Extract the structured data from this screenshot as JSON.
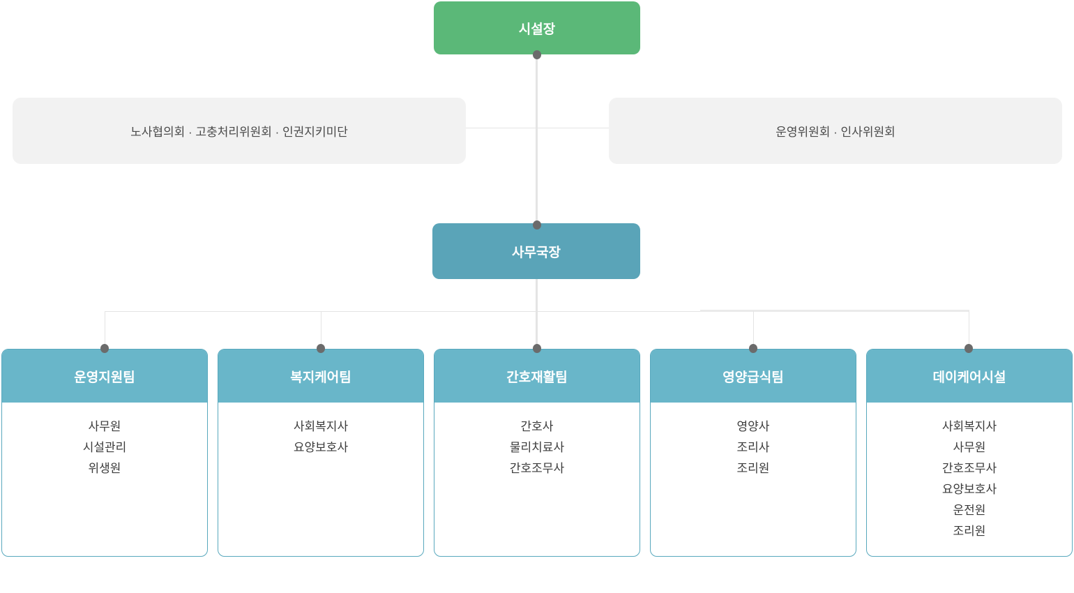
{
  "org_chart": {
    "root": {
      "label": "시설장"
    },
    "committees": {
      "left": {
        "label": "노사협의회 · 고충처리위원회 · 인권지키미단"
      },
      "right": {
        "label": "운영위원회 · 인사위원회"
      }
    },
    "manager": {
      "label": "사무국장"
    },
    "teams": [
      {
        "name": "운영지원팀",
        "members": [
          "사무원",
          "시설관리",
          "위생원"
        ]
      },
      {
        "name": "복지케어팀",
        "members": [
          "사회복지사",
          "요양보호사"
        ]
      },
      {
        "name": "간호재활팀",
        "members": [
          "간호사",
          "물리치료사",
          "간호조무사"
        ]
      },
      {
        "name": "영양급식팀",
        "members": [
          "영양사",
          "조리사",
          "조리원"
        ]
      },
      {
        "name": "데이케어시설",
        "members": [
          "사회복지사",
          "사무원",
          "간호조무사",
          "요양보호사",
          "운전원",
          "조리원"
        ]
      }
    ],
    "colors": {
      "root_green": "#5bb878",
      "manager_teal": "#5aa4b8",
      "team_header_teal": "#69b6c9",
      "team_border_teal": "#58a8bd",
      "committee_gray": "#f2f2f2",
      "connector_line": "#e4e4e4",
      "connector_dot": "#6b6b6b"
    }
  }
}
